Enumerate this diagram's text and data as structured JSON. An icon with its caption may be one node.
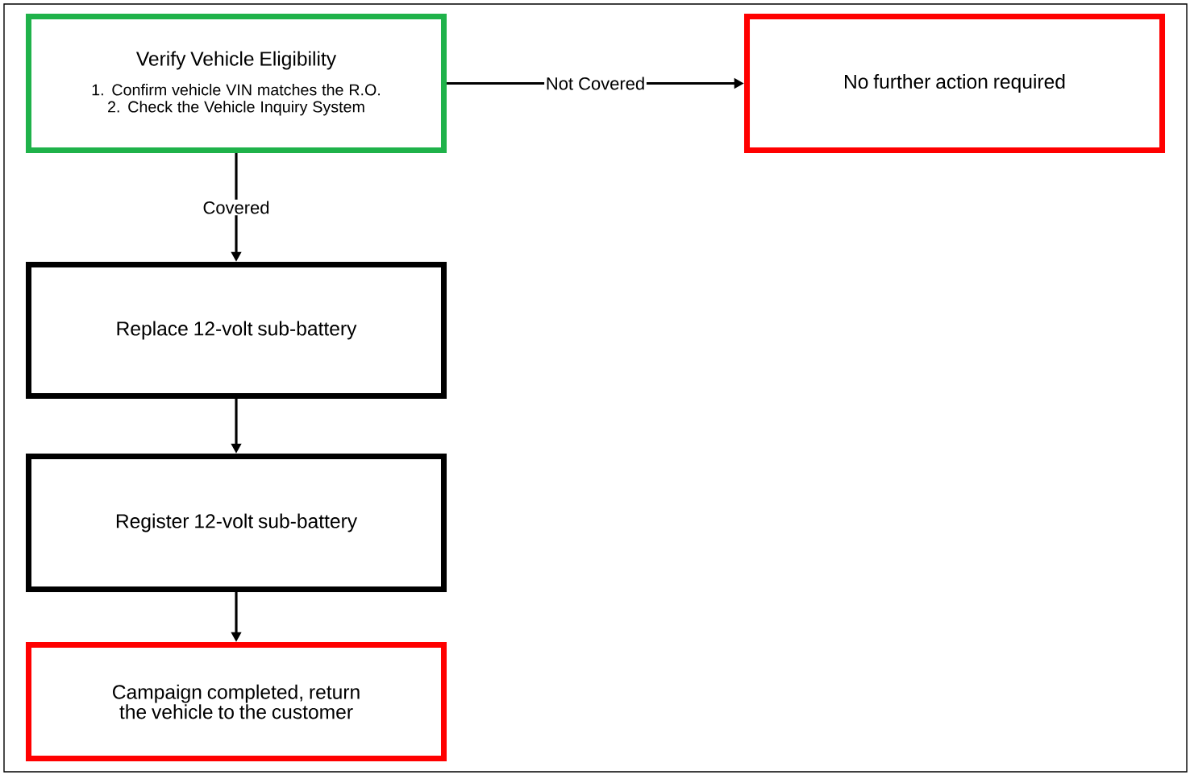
{
  "diagram": {
    "nodes": [
      {
        "text": [
          "Verify Vehicle Eligibility",
          "1. Confirm vehicle VIN matches the R.O.",
          "2.  Check the Vehicle Inquiry System"
        ]
      },
      {
        "text": [
          "No further action required"
        ]
      },
      {
        "text": [
          "Replace 12-volt sub-battery"
        ]
      },
      {
        "text": [
          "Register 12-volt sub-battery"
        ]
      },
      {
        "text": [
          "Campaign completed, return the vehicle to the customer"
        ]
      }
    ],
    "edges": [
      {
        "from": 0,
        "to": 1,
        "arrow": "to",
        "label": "Not Covered"
      },
      {
        "from": 0,
        "to": 2,
        "arrow": "to",
        "label": "Covered"
      },
      {
        "from": 2,
        "to": 3,
        "arrow": "to"
      },
      {
        "from": 3,
        "to": 4,
        "arrow": "to"
      }
    ]
  }
}
